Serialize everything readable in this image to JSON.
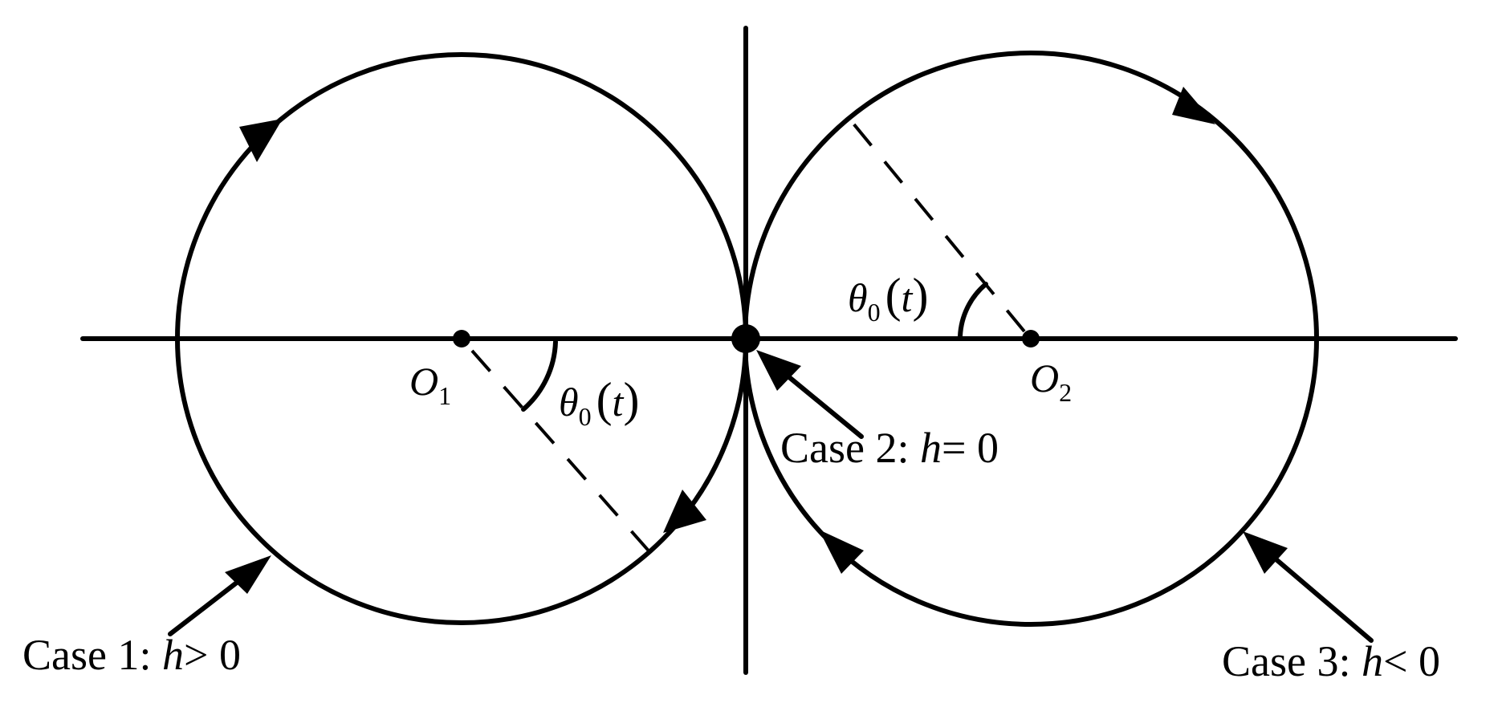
{
  "labels": {
    "o1": {
      "letter": "O",
      "sub": "1"
    },
    "o2": {
      "letter": "O",
      "sub": "2"
    },
    "angle1": {
      "theta": "θ",
      "sub": "0",
      "open": "(",
      "var": "t",
      "close": ")"
    },
    "angle2": {
      "theta": "θ",
      "sub": "0",
      "open": "(",
      "var": "t",
      "close": ")"
    },
    "case1": {
      "prefix": "Case 1: ",
      "var": "h",
      "rel": "> 0"
    },
    "case2": {
      "prefix": "Case 2: ",
      "var": "h",
      "rel": "= 0"
    },
    "case3": {
      "prefix": "Case 3: ",
      "var": "h",
      "rel": "< 0"
    }
  }
}
